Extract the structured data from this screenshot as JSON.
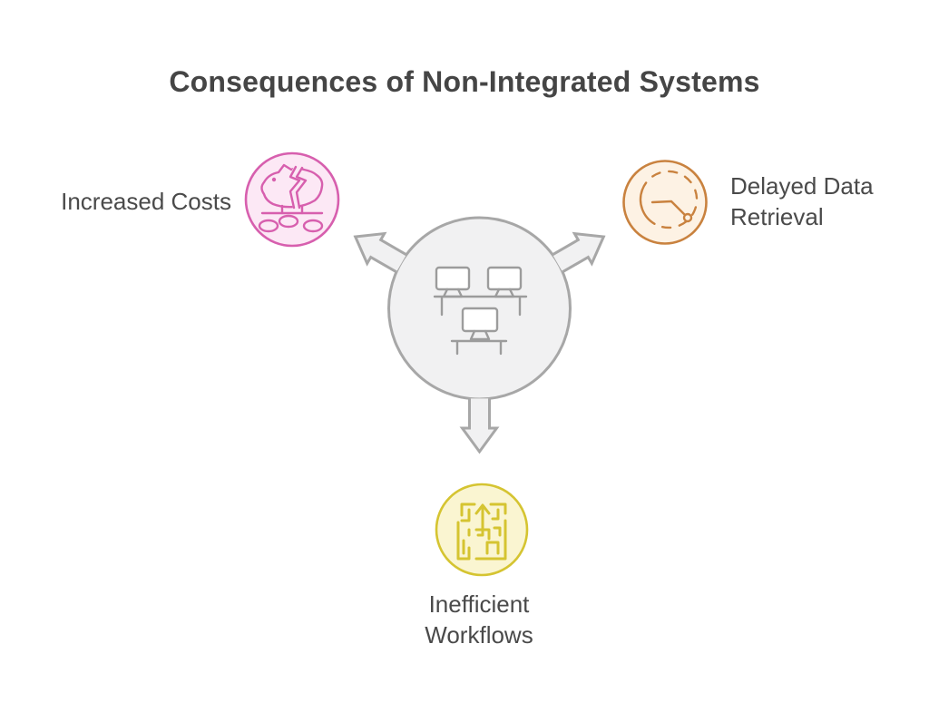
{
  "title": "Consequences of Non-Integrated Systems",
  "colors": {
    "background": "#ffffff",
    "title_text": "#454545",
    "label_text": "#4a4a4a",
    "hub_fill": "#f1f1f2",
    "hub_stroke": "#a7a7a7",
    "computer_stroke": "#9c9c9c",
    "pink_stroke": "#d75fae",
    "pink_fill": "#fce8f5",
    "orange_stroke": "#c9823f",
    "orange_fill": "#fdf2e4",
    "yellow_stroke": "#d5c431",
    "yellow_fill": "#faf5d1"
  },
  "hub": {
    "icon": "networked-computers-icon"
  },
  "nodes": [
    {
      "id": "increased-costs",
      "label": "Increased Costs",
      "icon": "broken-piggy-bank-icon",
      "accent": "#d75fae",
      "position": "left"
    },
    {
      "id": "delayed-data-retrieval",
      "label": "Delayed Data Retrieval",
      "icon": "delayed-clock-icon",
      "accent": "#c9823f",
      "position": "right"
    },
    {
      "id": "inefficient-workflows",
      "label": "Inefficient Workflows",
      "icon": "maze-arrow-icon",
      "accent": "#d5c431",
      "position": "bottom"
    }
  ]
}
